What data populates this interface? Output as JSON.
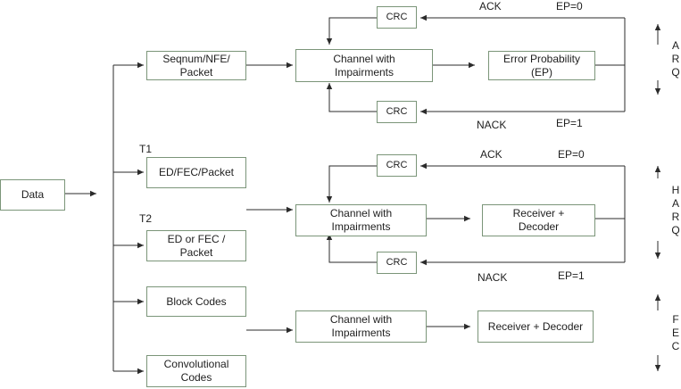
{
  "nodes": {
    "data": "Data",
    "seqnum": "Seqnum/NFE/\nPacket",
    "ed_fec": "ED/FEC/Packet",
    "ed_or_fec": "ED or FEC /\nPacket",
    "block_codes": "Block Codes",
    "convolutional": "Convolutional\nCodes",
    "arq_channel": "Channel with\nImpairments",
    "arq_error_prob": "Error Probability\n(EP)",
    "arq_crc_top": "CRC",
    "arq_crc_bottom": "CRC",
    "harq_channel": "Channel with\nImpairments",
    "harq_receiver": "Receiver +\nDecoder",
    "harq_crc_top": "CRC",
    "harq_crc_bottom": "CRC",
    "fec_channel": "Channel with\nImpairments",
    "fec_receiver": "Receiver + Decoder"
  },
  "labels": {
    "t1": "T1",
    "t2": "T2",
    "arq_ack": "ACK",
    "arq_ep0": "EP=0",
    "arq_nack": "NACK",
    "arq_ep1": "EP=1",
    "harq_ack": "ACK",
    "harq_ep0": "EP=0",
    "harq_nack": "NACK",
    "harq_ep1": "EP=1"
  },
  "side_labels": {
    "arq": "A\nR\nQ",
    "harq": "H\nA\nR\nQ",
    "fec": "F\nE\nC"
  },
  "colors": {
    "box_border": "#7b9579",
    "line": "#2b2b2b",
    "text": "#1e1e1e"
  }
}
